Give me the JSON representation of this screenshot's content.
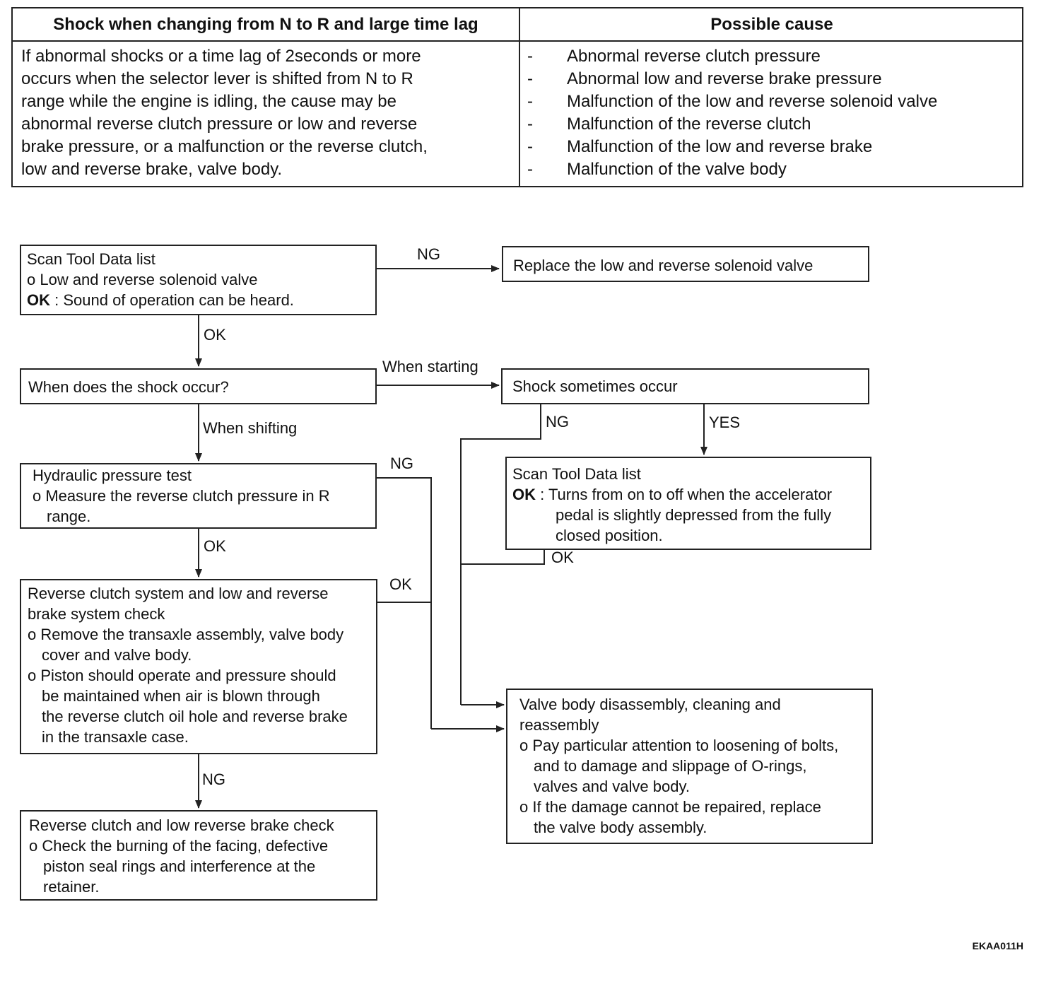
{
  "table": {
    "header_left": "Shock when changing from N to R and large time lag",
    "header_right": "Possible cause",
    "description_lines": [
      "If abnormal shocks or a time lag of 2seconds or more",
      "occurs when the selector lever is shifted from N to R",
      "range while the engine is idling, the cause may be",
      "abnormal reverse clutch pressure or low and reverse",
      "brake pressure, or a malfunction or the reverse clutch,",
      "low and reverse brake, valve body."
    ],
    "bullet": "-",
    "causes": [
      "Abnormal reverse clutch pressure",
      "Abnormal low and reverse brake pressure",
      "Malfunction of the low and reverse solenoid valve",
      "Malfunction of the reverse clutch",
      "Malfunction of the low and reverse brake",
      "Malfunction of the valve body"
    ]
  },
  "flow": {
    "scan1": {
      "title": "Scan Tool Data list",
      "item": "o Low and reverse solenoid valve",
      "ok_label": "OK",
      "ok_text": " : Sound of operation can be heard."
    },
    "replace_solenoid": "Replace the low and reverse solenoid valve",
    "when_shock": "When does the shock occur?",
    "shock_sometimes": "Shock sometimes occur",
    "scan2": {
      "title": "Scan Tool Data list",
      "ok_label": "OK",
      "ok_text": " : Turns from on to off when the accelerator",
      "ok_cont": [
        "pedal is slightly depressed from the fully",
        "closed position."
      ]
    },
    "hydraulic": {
      "title": "Hydraulic pressure test",
      "lines": [
        "o Measure the reverse clutch pressure in R",
        "range."
      ]
    },
    "reverse_system": {
      "lines": [
        "Reverse clutch system and low and reverse",
        "brake system check",
        "o Remove the transaxle assembly, valve body",
        "cover and valve body.",
        "o Piston should operate and pressure should",
        "be maintained when air is blown through",
        "the reverse clutch oil hole and reverse brake",
        "in the transaxle case."
      ]
    },
    "valve_body": {
      "lines": [
        "Valve body disassembly, cleaning and",
        "reassembly",
        "o Pay particular attention to loosening of bolts,",
        "and to damage and slippage of O-rings,",
        "valves and valve body.",
        "o If the damage cannot be repaired, replace",
        "the valve body assembly."
      ]
    },
    "reverse_brake_check": {
      "lines": [
        "Reverse clutch and low reverse brake check",
        "o Check the burning of the facing, defective",
        "piston seal rings and interference at the",
        "retainer."
      ]
    },
    "labels": {
      "ng": "NG",
      "ok": "OK",
      "yes": "YES",
      "when_starting": "When starting",
      "when_shifting": "When shifting"
    }
  },
  "figure_code": "EKAA011H"
}
